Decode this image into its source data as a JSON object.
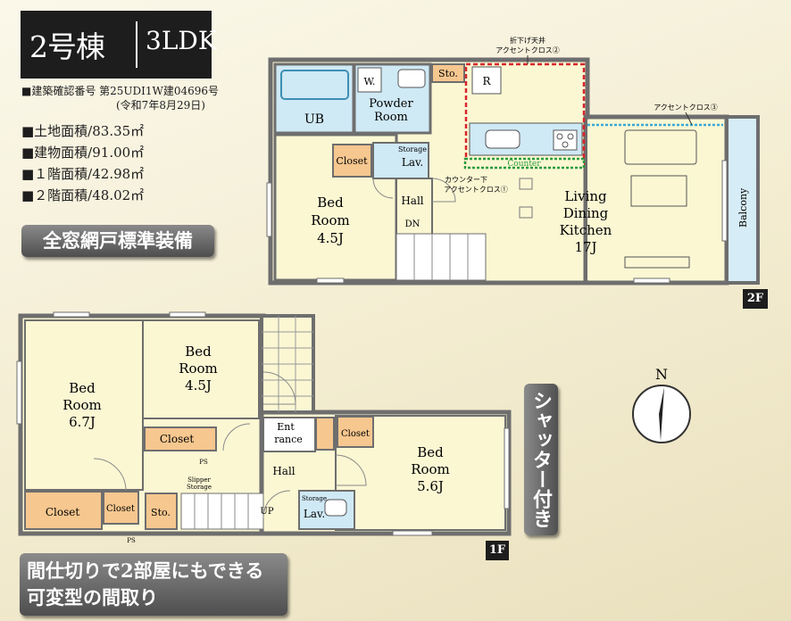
{
  "header": {
    "building": "2号棟",
    "layout_type": "3LDK",
    "permit_line1": "■建築確認番号 第25UDI1W建04696号",
    "permit_line2": "(令和7年8月29日)",
    "land_area": "■土地面積/83.35㎡",
    "building_area": "■建物面積/91.00㎡",
    "floor1_area": "■１階面積/42.98㎡",
    "floor2_area": "■２階面積/48.02㎡"
  },
  "badges": {
    "screens": "全窓網戸標準装備",
    "flexible_line1": "間仕切りで2部屋にもできる",
    "flexible_line2": "可変型の間取り",
    "shutter": "シャッター付き"
  },
  "floor2": {
    "label": "2F",
    "annotations": {
      "ceiling_line1": "折下げ天井",
      "ceiling_line2": "アクセントクロス②",
      "accent3": "アクセントクロス③",
      "counter_line1": "カウンター下",
      "counter_line2": "アクセントクロス①",
      "counter": "Counter"
    },
    "rooms": {
      "ub": "UB",
      "w": "W.",
      "powder1": "Powder",
      "powder2": "Room",
      "sto": "Sto.",
      "r": "R",
      "closet": "Closet",
      "storage": "Storage",
      "lav": "Lav.",
      "bed1": "Bed",
      "bed2": "Room",
      "bed3": "4.5J",
      "hall": "Hall",
      "dn": "DN",
      "ldk1": "Living",
      "ldk2": "Dining",
      "ldk3": "Kitchen",
      "ldk4": "17J",
      "balcony": "Balcony"
    }
  },
  "floor1": {
    "label": "1F",
    "rooms": {
      "bedA1": "Bed",
      "bedA2": "Room",
      "bedA3": "6.7J",
      "bedB1": "Bed",
      "bedB2": "Room",
      "bedB3": "4.5J",
      "bedC1": "Bed",
      "bedC2": "Room",
      "bedC3": "5.6J",
      "closet": "Closet",
      "sto": "Sto.",
      "ent1": "Ent",
      "ent2": "rance",
      "hall": "Hall",
      "slipper1": "Slipper",
      "slipper2": "Storage",
      "up": "UP",
      "storage": "Storage",
      "lav": "Lav.",
      "ps": "PS"
    }
  },
  "compass": {
    "north": "N"
  },
  "colors": {
    "room": "#fbf7d3",
    "closet": "#f6c78f",
    "wet": "#cfe9f5",
    "wall": "#6e6e6e",
    "accent_red": "#d8242a",
    "accent_green": "#2a9b3c",
    "accent_blue": "#38a8d8"
  }
}
